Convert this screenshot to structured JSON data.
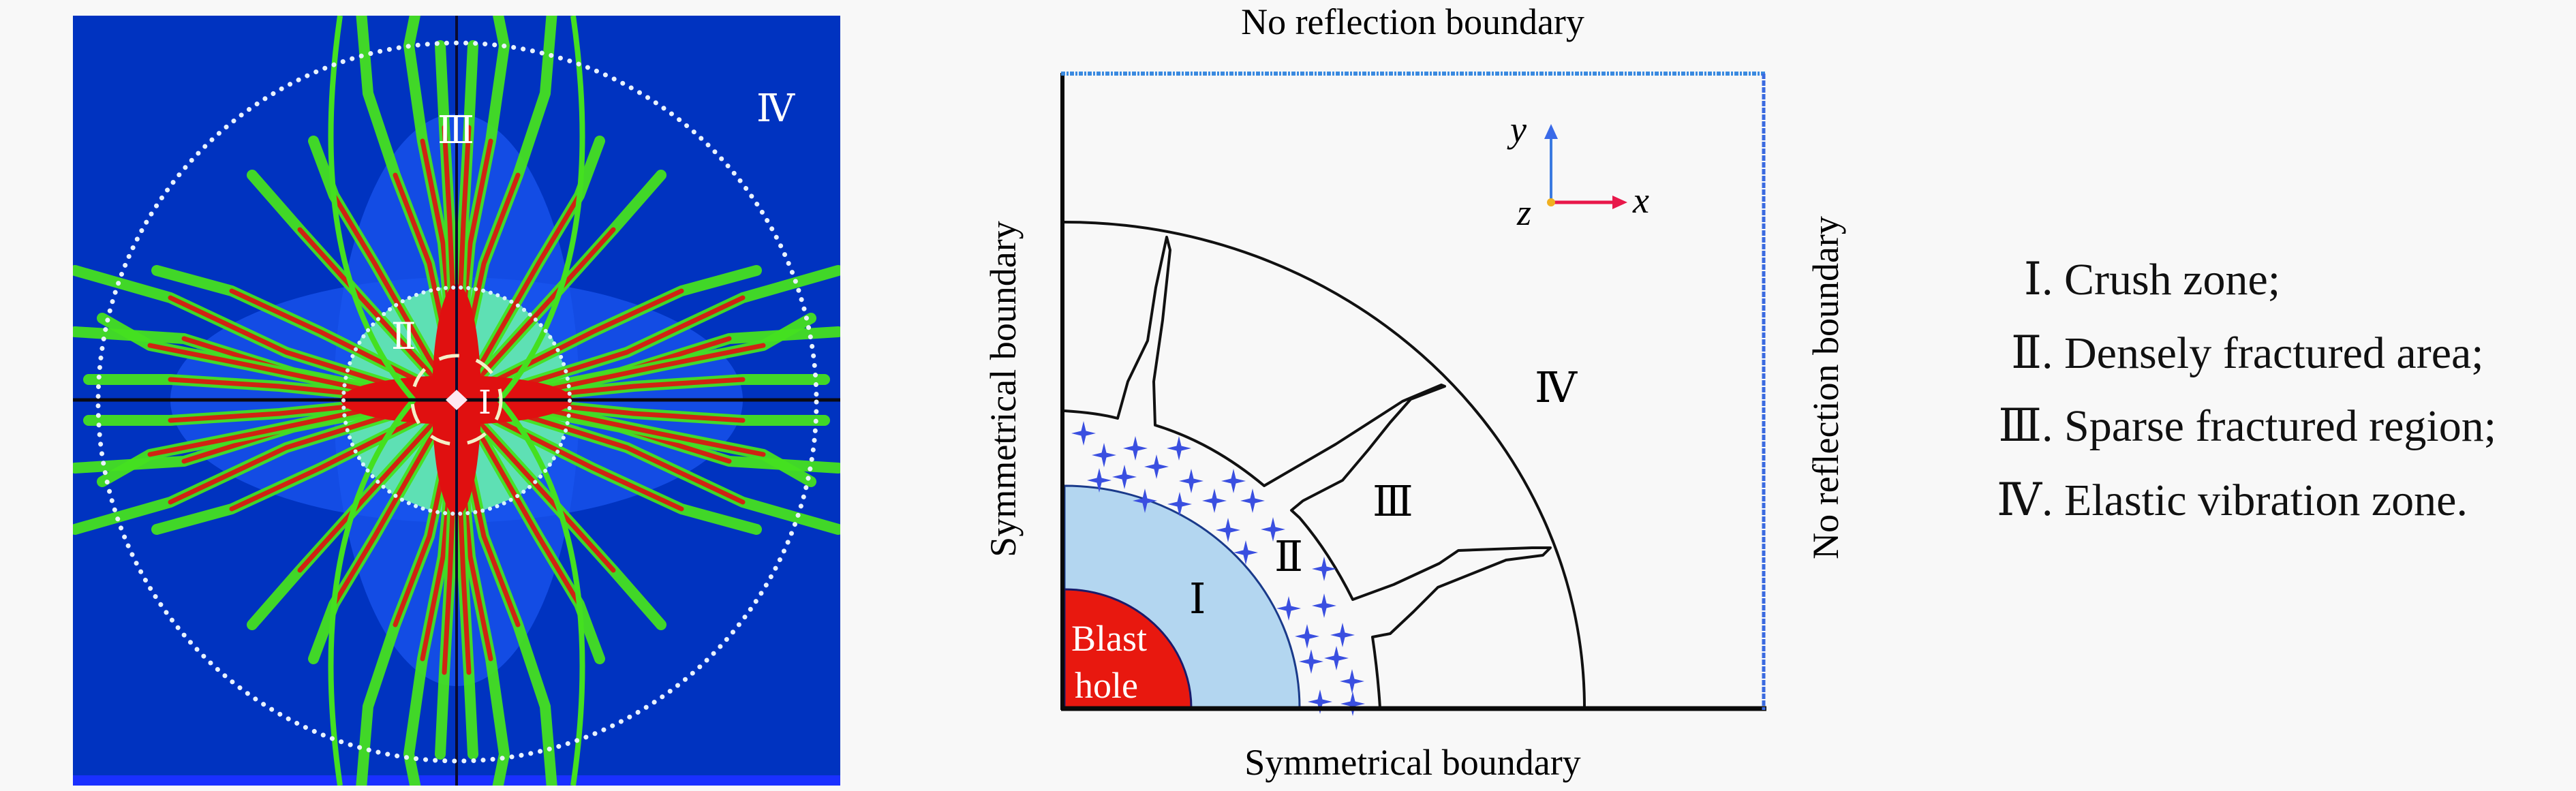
{
  "figure": {
    "left_panel": {
      "title": "Simulated fracture distribution around blast hole",
      "zone_labels": {
        "I": "Ⅰ",
        "II": "Ⅱ",
        "III": "Ⅲ",
        "IV": "Ⅳ"
      },
      "colors": {
        "background": "#0033c0",
        "inner_blue": "#1a55f0",
        "cyan_zone": "#5ee0b4",
        "green_crack": "#44e020",
        "red_crack": "#e01010",
        "dotted_boundary": "#e6f2ff"
      }
    },
    "middle_panel": {
      "top_label": "No reflection boundary",
      "bottom_label": "Symmetrical boundary",
      "left_label": "Symmetrical boundary",
      "right_label": "No reflection boundary",
      "blast_hole_label_line1": "Blast",
      "blast_hole_label_line2": "hole",
      "zone_labels": {
        "I": "Ⅰ",
        "II": "Ⅱ",
        "III": "Ⅲ",
        "IV": "Ⅳ"
      },
      "axes": {
        "x": "x",
        "y": "y",
        "z": "z"
      },
      "colors": {
        "blast_hole": "#e8180f",
        "crush_zone": "#b3d6f0",
        "fracture_marks": "#3a4fe0",
        "x_axis": "#e8184a",
        "y_axis": "#3a7ae0",
        "origin": "#f0b020",
        "no_reflection_border": "#3a8ae0"
      }
    },
    "legend": {
      "items": [
        {
          "numeral": "Ⅰ",
          "text": ". Crush zone;"
        },
        {
          "numeral": "Ⅱ",
          "text": ". Densely fractured area;"
        },
        {
          "numeral": "Ⅲ",
          "text": ". Sparse fractured region;"
        },
        {
          "numeral": "Ⅳ",
          "text": ". Elastic vibration zone."
        }
      ]
    }
  }
}
